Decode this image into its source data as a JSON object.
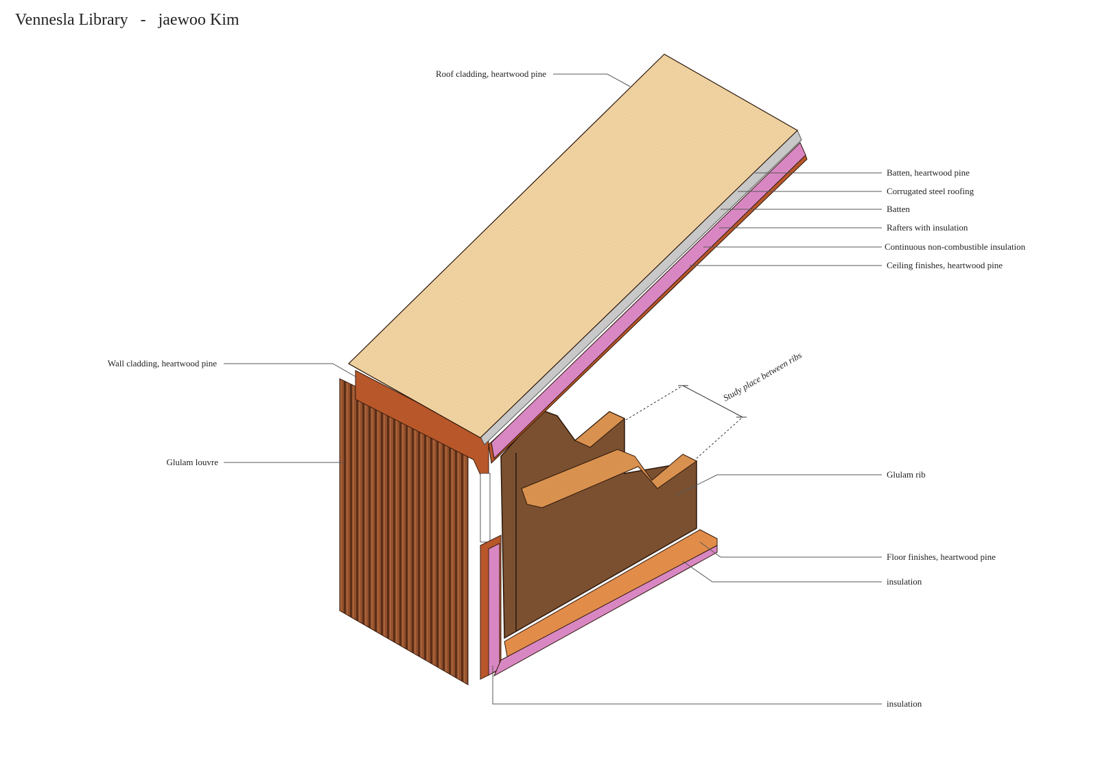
{
  "title": "Vennesla Library   -   jaewoo Kim",
  "labels": {
    "roof_cladding": "Roof  cladding,  heartwood  pine",
    "batten_pine": "Batten,  heartwood  pine",
    "corrugated": "Corrugated steel roofing",
    "batten": "Batten",
    "rafters": "Rafters with insulation",
    "continuous_insulation": "Continuous non-combustible insulation",
    "ceiling": "Ceiling  finishes,  heartwood pine",
    "wall_cladding": "Wall  cladding,  heartwood  pine",
    "louvre": "Glulam louvre",
    "rib": "Glulam rib",
    "floor": "Floor  finishes,  heartwood pine",
    "floor_insulation": "insulation",
    "wall_insulation": "insulation",
    "study": "Study place between ribs"
  },
  "colors": {
    "roof": "#f0d3a2",
    "pink": "#d987c2",
    "orange_brown": "#b8572a",
    "rib_brown": "#7a5030",
    "rib_top": "#d9914f",
    "floor": "#e28c4a",
    "louvre": "#94502c"
  }
}
